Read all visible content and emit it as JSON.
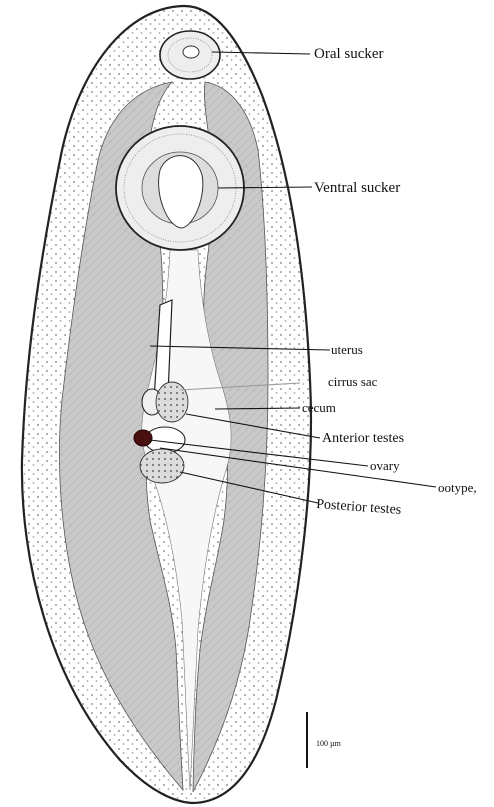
{
  "figure": {
    "labels": {
      "oral_sucker": "Oral sucker",
      "ventral_sucker": "Ventral sucker",
      "uterus": "uterus",
      "cirrus_sac": "cirrus sac",
      "cecum": "cecum",
      "anterior_testes": "Anterior testes",
      "ovary": "ovary",
      "ootype": "ootype,",
      "posterior_testes": "Posterior testes"
    },
    "scale_bar": {
      "label": "100 µm"
    },
    "colors": {
      "outline": "#222222",
      "parenchyma_dots": "#9a9a9a",
      "cecum_fill": "#c9c9c9",
      "cecum_texture": "#b4b4b4",
      "sucker_fill": "#eeeeee",
      "ovary": "#4a1010",
      "label_text": "#111111"
    }
  }
}
